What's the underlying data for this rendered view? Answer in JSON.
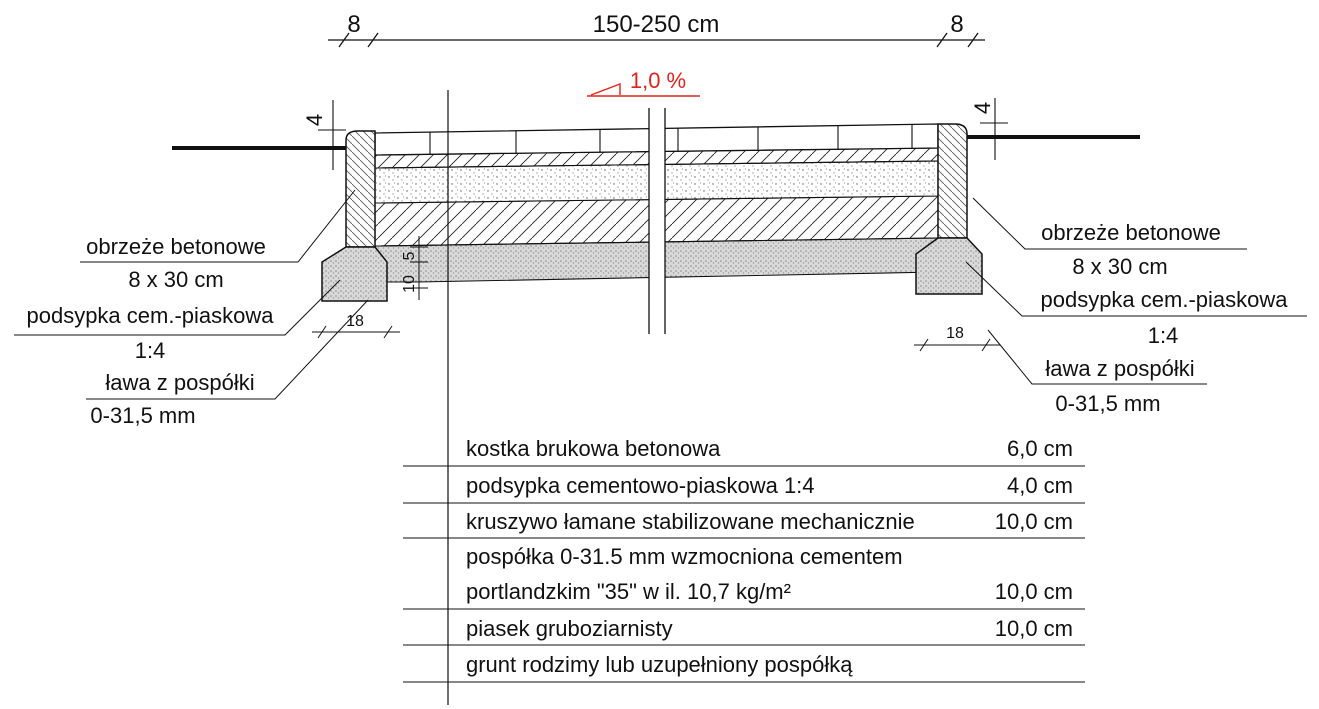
{
  "dimensions": {
    "left_curb_width": "8",
    "path_width": "150-250 cm",
    "right_curb_width": "8",
    "slope": "1,0 %",
    "left_curb_rise": "4",
    "right_curb_rise": "4",
    "bedding_thickness": "5",
    "footing_thickness": "10",
    "left_footing_width": "18",
    "right_footing_width": "18"
  },
  "left_labels": {
    "curb": "obrzeże betonowe",
    "curb_size": "8 x 30 cm",
    "bedding": "podsypka cem.-piaskowa",
    "bedding_ratio": "1:4",
    "footing": "ława z pospółki",
    "footing_grain": "0-31,5 mm"
  },
  "right_labels": {
    "curb": "obrzeże betonowe",
    "curb_size": "8 x 30 cm",
    "bedding": "podsypka cem.-piaskowa",
    "bedding_ratio": "1:4",
    "footing": "ława z pospółki",
    "footing_grain": "0-31,5 mm"
  },
  "layers": [
    {
      "name": "kostka brukowa betonowa",
      "thickness": "6,0 cm"
    },
    {
      "name": "podsypka cementowo-piaskowa 1:4",
      "thickness": "4,0 cm"
    },
    {
      "name": "kruszywo łamane stabilizowane mechanicznie",
      "thickness": "10,0 cm"
    },
    {
      "name": "pospółka 0-31.5 mm wzmocniona cementem",
      "name_line2": "portlandzkim \"35\" w il. 10,7 kg/m²",
      "thickness": "10,0 cm"
    },
    {
      "name": "piasek gruboziarnisty",
      "thickness": "10,0 cm"
    },
    {
      "name": "grunt rodzimy lub uzupełniony pospółką",
      "thickness": ""
    }
  ],
  "colors": {
    "line": "#111111",
    "slope_marker": "#e0231b"
  }
}
